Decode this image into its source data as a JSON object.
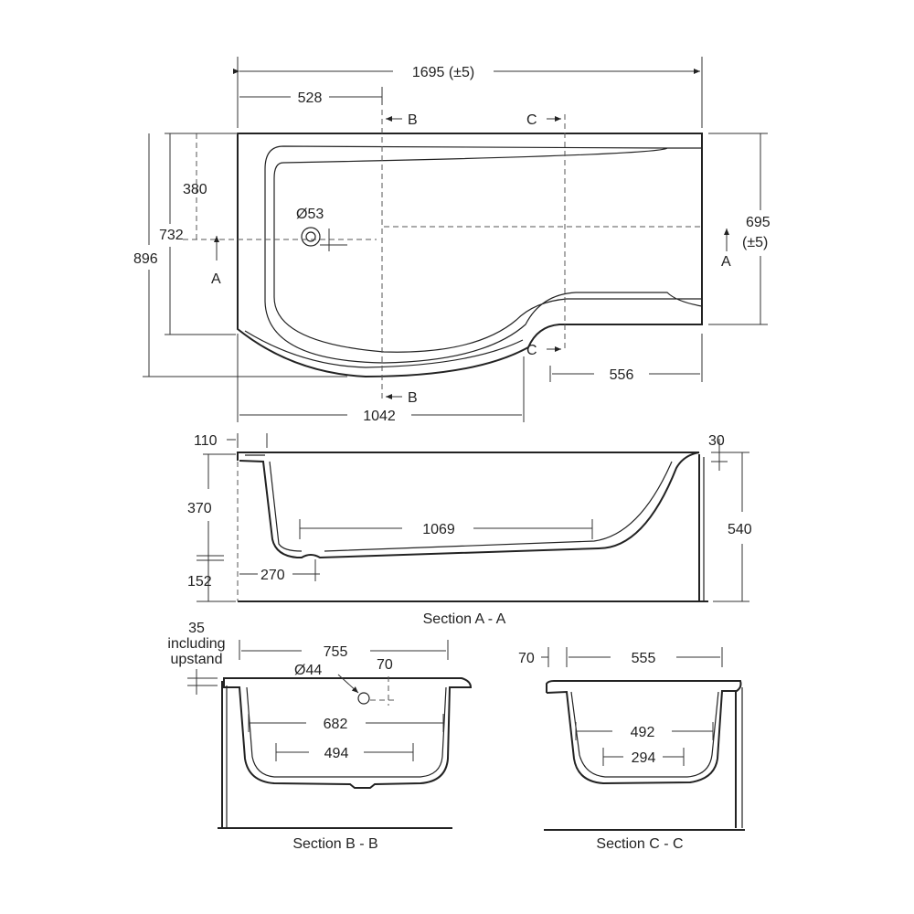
{
  "plan": {
    "overall_length": "1695 (±5)",
    "dim_528": "528",
    "section_b_top": "B",
    "section_c_top": "C",
    "section_b_bottom": "B",
    "section_c_bottom": "C",
    "dim_380": "380",
    "dim_732": "732",
    "dim_896": "896",
    "waste_dia": "Ø53",
    "section_a_left": "A",
    "section_a_right": "A",
    "dim_695": "695",
    "dim_695_tol": "(±5)",
    "dim_556": "556",
    "dim_1042": "1042"
  },
  "section_a": {
    "dim_110": "110",
    "dim_30": "30",
    "dim_370": "370",
    "dim_1069": "1069",
    "dim_540": "540",
    "dim_152": "152",
    "dim_270": "270",
    "caption": "Section A - A"
  },
  "section_b": {
    "note_35": "35",
    "note_line2": "including",
    "note_line3": "upstand",
    "dim_755": "755",
    "dim_44": "Ø44",
    "dim_70": "70",
    "dim_682": "682",
    "dim_494": "494",
    "caption": "Section B - B"
  },
  "section_c": {
    "dim_70": "70",
    "dim_555": "555",
    "dim_492": "492",
    "dim_294": "294",
    "caption": "Section C - C"
  }
}
